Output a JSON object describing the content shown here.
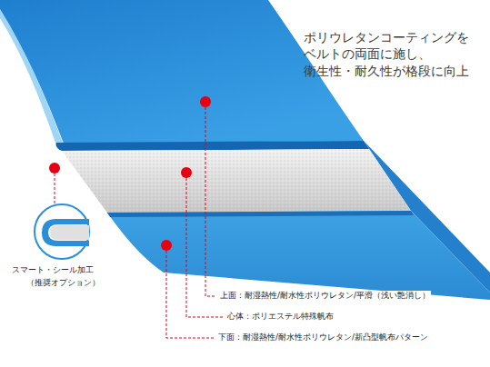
{
  "diagram": {
    "title": "ポリウレタンコーティングを ベルトの両面に施し、 衛生性・耐久性が格段に向上",
    "labels": [
      "スマート・シール加工",
      "（推奨オプション）",
      "上面：耐湿熱性/耐水性ポリウレタン/平滑（浅い艶消し）",
      "心体：ポリエステル特殊帆布",
      "下面：耐湿熱性/耐水性ポリウレタン/新凸型帆布パターン"
    ]
  }
}
